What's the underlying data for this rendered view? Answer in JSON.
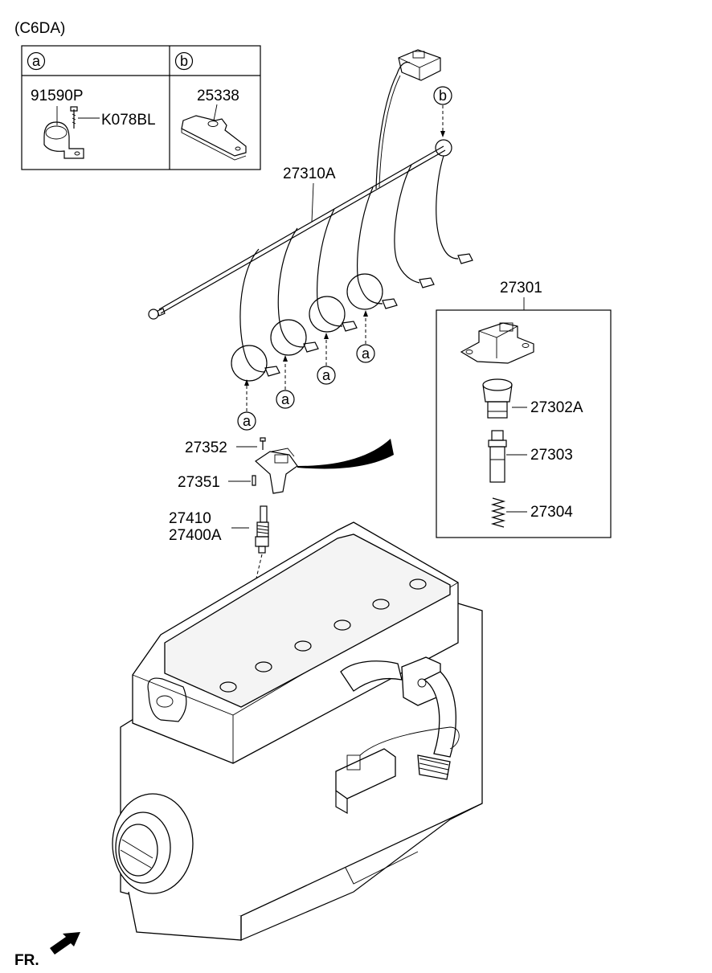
{
  "engine_code": "(C6DA)",
  "legend": {
    "a": {
      "tag": "a",
      "part_clamp": "91590P",
      "part_bolt": "K078BL"
    },
    "b": {
      "tag": "b",
      "part_bracket": "25338"
    }
  },
  "labels": {
    "harness": "27310A",
    "coil_assembly": "27301",
    "boot": "27302A",
    "spring_rod": "27303",
    "spring": "27304",
    "bolt": "27352",
    "pin": "27351",
    "plug_1": "27410",
    "plug_2": "27400A"
  },
  "callouts": {
    "a1": "a",
    "a2": "a",
    "a3": "a",
    "a4": "a",
    "b1": "b"
  },
  "front_marker": "FR."
}
